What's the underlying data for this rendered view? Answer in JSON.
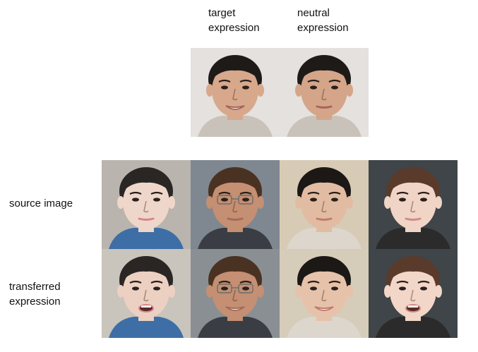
{
  "labels": {
    "target": "target\nexpression",
    "neutral": "neutral\nexpression",
    "source": "source image",
    "transferred": "transferred\nexpression"
  },
  "faces": {
    "target": {
      "bg": "#e4e1de",
      "skin": "#d7a88c",
      "hair": "#1e1a18",
      "shirt": "#c9c2ba",
      "mouth": "smile"
    },
    "neutral": {
      "bg": "#e4e1de",
      "skin": "#d5a58a",
      "hair": "#1e1a18",
      "shirt": "#c9c2ba",
      "mouth": "neutral"
    },
    "source": [
      {
        "bg": "#b9b4ad",
        "skin": "#efd6cb",
        "hair": "#2a2624",
        "shirt": "#3e6ea6",
        "mouth": "neutral",
        "lips": "#d9848a"
      },
      {
        "bg": "#7f8790",
        "skin": "#c48f72",
        "hair": "#4a3222",
        "shirt": "#3a3d44",
        "mouth": "neutral",
        "lips": "#a56a5c",
        "glasses": true
      },
      {
        "bg": "#d8cbb5",
        "skin": "#e2bca2",
        "hair": "#1c1816",
        "shirt": "#dcd6cc",
        "mouth": "neutral",
        "lips": "#c27a72"
      },
      {
        "bg": "#3f4548",
        "skin": "#f0d4c6",
        "hair": "#5a3a2a",
        "shirt": "#2b2b2b",
        "mouth": "neutral",
        "lips": "#d08a86"
      }
    ],
    "transferred": [
      {
        "bg": "#c9c4bc",
        "skin": "#ecd0c2",
        "hair": "#2a2624",
        "shirt": "#3e6ea6",
        "mouth": "open",
        "lips": "#d9848a"
      },
      {
        "bg": "#8a8f94",
        "skin": "#c48f72",
        "hair": "#4a3222",
        "shirt": "#3a3d44",
        "mouth": "smile",
        "lips": "#a56a5c",
        "glasses": true
      },
      {
        "bg": "#d6ccba",
        "skin": "#e6c2aa",
        "hair": "#1c1816",
        "shirt": "#dcd6cc",
        "mouth": "smile",
        "lips": "#c27a72"
      },
      {
        "bg": "#3f4548",
        "skin": "#f2d6c8",
        "hair": "#5a3a2a",
        "shirt": "#2b2b2b",
        "mouth": "open",
        "lips": "#d08a86"
      }
    ]
  }
}
